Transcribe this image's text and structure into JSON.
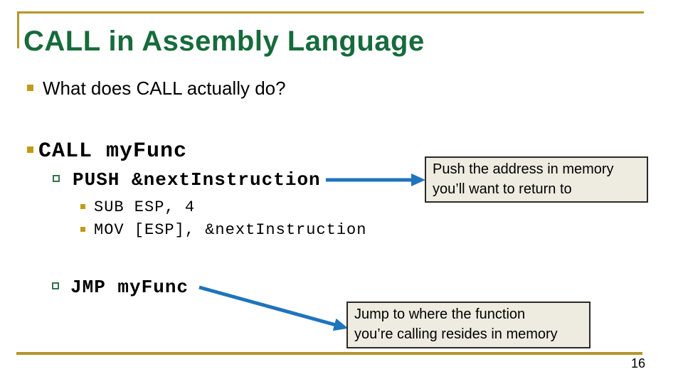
{
  "slide": {
    "title": "CALL in Assembly Language",
    "page_number": "16"
  },
  "bullets": {
    "question": "What does CALL actually do?",
    "call_line": "CALL myFunc",
    "push_line": "PUSH &nextInstruction",
    "sub_line": "SUB ESP, 4",
    "mov_line": "MOV [ESP], &nextInstruction",
    "jmp_line": "JMP myFunc"
  },
  "callouts": [
    {
      "lines": [
        "Push the address in memory",
        "you’ll want to return to"
      ]
    },
    {
      "lines": [
        "Jump to where the function",
        "you’re calling resides in memory"
      ]
    }
  ],
  "colors": {
    "title_green": "#176B3B",
    "rule_gold": "#B5962B",
    "bullet_gold": "#C39A18",
    "hollow_bullet_green": "#35714D",
    "arrow_blue": "#1F74BC",
    "callout_bg": "#EEECE1",
    "callout_border": "#2B2A28",
    "text_black": "#000000"
  }
}
